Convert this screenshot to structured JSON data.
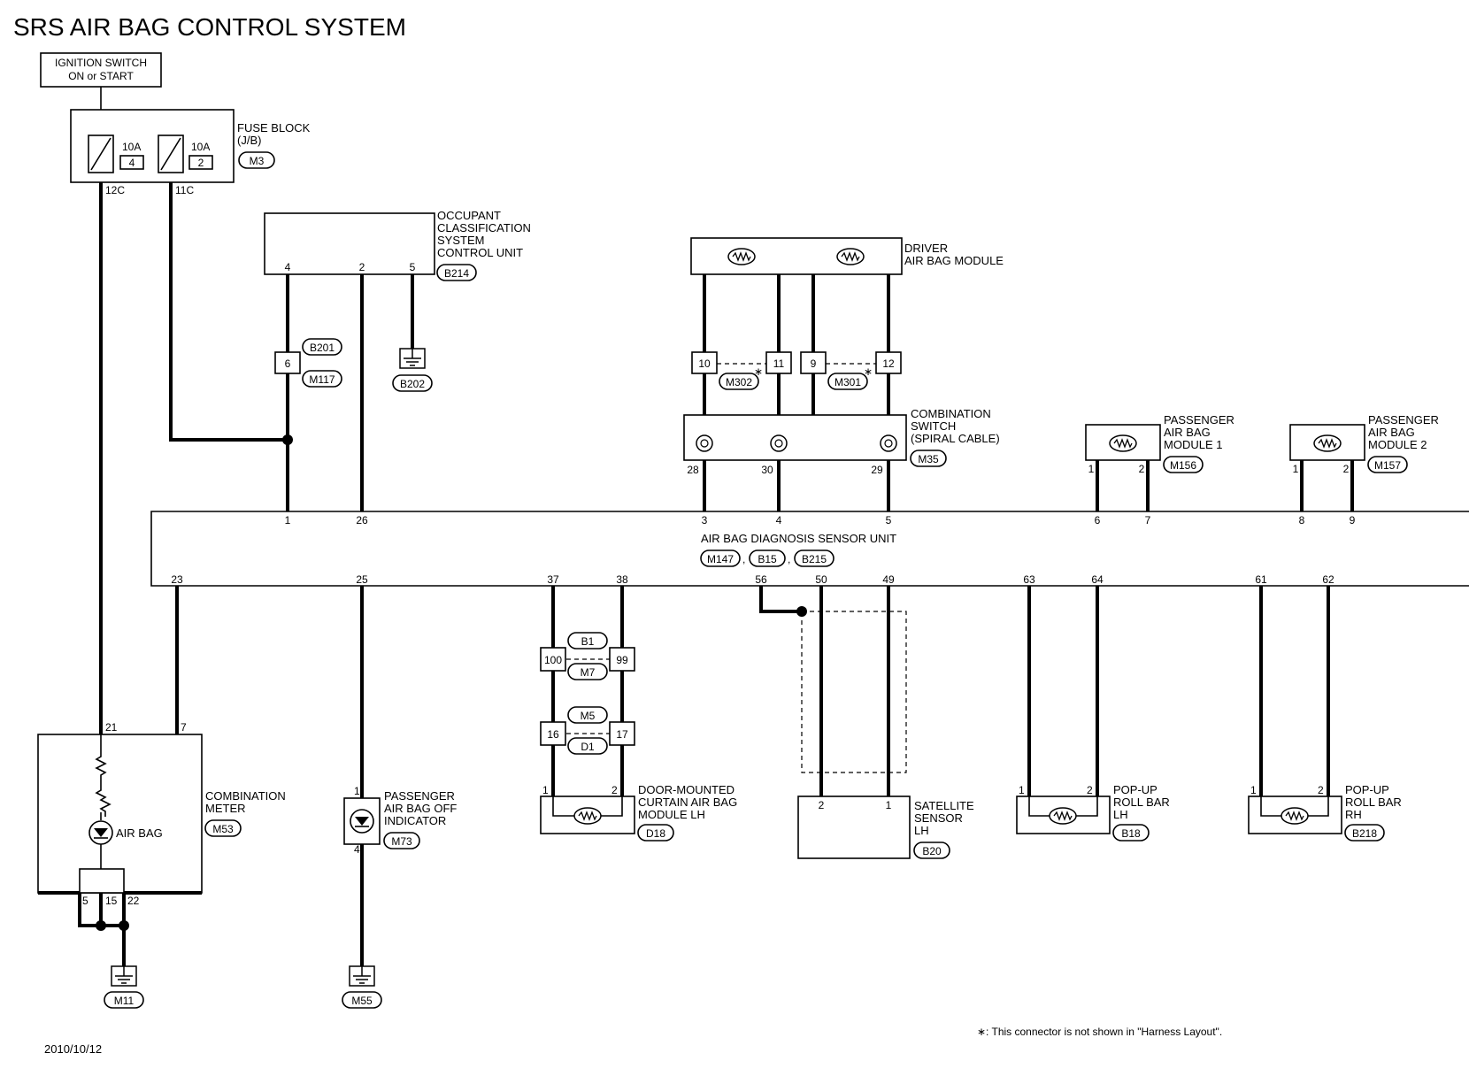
{
  "title": "SRS AIR BAG CONTROL SYSTEM",
  "date": "2010/10/12",
  "footnote": "∗: This connector is not shown in \"Harness Layout\".",
  "ignition": {
    "line1": "IGNITION SWITCH",
    "line2": "ON or START"
  },
  "fuse_block": {
    "line1": "FUSE BLOCK",
    "line2": "(J/B)",
    "connector": "M3",
    "fuses": [
      {
        "amp": "10A",
        "num": "4",
        "term": "12C"
      },
      {
        "amp": "10A",
        "num": "2",
        "term": "11C"
      }
    ]
  },
  "occupant": {
    "lines": [
      "OCCUPANT",
      "CLASSIFICATION",
      "SYSTEM",
      "CONTROL UNIT"
    ],
    "connector": "B214",
    "pins": [
      "4",
      "2",
      "5"
    ],
    "joint_pin": "6",
    "joint_conn1": "B201",
    "joint_conn2": "M117",
    "ground": "B202"
  },
  "driver_module": {
    "line1": "DRIVER",
    "line2": "AIR BAG MODULE"
  },
  "driver_joints": {
    "pins": [
      "10",
      "11",
      "9",
      "12"
    ],
    "conn1": "M302",
    "conn2": "M301",
    "star": "∗"
  },
  "combo_switch": {
    "lines": [
      "COMBINATION",
      "SWITCH",
      "(SPIRAL CABLE)"
    ],
    "connector": "M35",
    "pins": [
      "28",
      "30",
      "29"
    ]
  },
  "pass_module1": {
    "lines": [
      "PASSENGER",
      "AIR BAG",
      "MODULE 1"
    ],
    "connector": "M156",
    "pins": [
      "1",
      "2"
    ]
  },
  "pass_module2": {
    "lines": [
      "PASSENGER",
      "AIR BAG",
      "MODULE 2"
    ],
    "connector": "M157",
    "pins": [
      "1",
      "2"
    ]
  },
  "diag_unit": {
    "label": "AIR BAG DIAGNOSIS SENSOR UNIT",
    "connectors": [
      "M147",
      "B15",
      "B215"
    ],
    "sep": ",",
    "top_pins": [
      "1",
      "26",
      "3",
      "4",
      "5",
      "6",
      "7",
      "8",
      "9"
    ],
    "bottom_pins": [
      "23",
      "25",
      "37",
      "38",
      "56",
      "50",
      "49",
      "63",
      "64",
      "61",
      "62"
    ]
  },
  "combo_meter": {
    "line1": "COMBINATION",
    "line2": "METER",
    "connector": "M53",
    "airbag": "AIR BAG",
    "top_pins": [
      "21",
      "7"
    ],
    "bottom_pins": [
      "5",
      "15",
      "22"
    ],
    "ground": "M11"
  },
  "pass_off": {
    "lines": [
      "PASSENGER",
      "AIR BAG OFF",
      "INDICATOR"
    ],
    "connector": "M73",
    "pins": [
      "1",
      "4"
    ],
    "ground": "M55"
  },
  "curtain_joints": {
    "pins": [
      "100",
      "99",
      "16",
      "17"
    ],
    "conns": [
      "B1",
      "M7",
      "M5",
      "D1"
    ]
  },
  "curtain": {
    "lines": [
      "DOOR-MOUNTED",
      "CURTAIN AIR BAG",
      "MODULE LH"
    ],
    "connector": "D18",
    "pins": [
      "1",
      "2"
    ]
  },
  "satellite": {
    "lines": [
      "SATELLITE",
      "SENSOR",
      "LH"
    ],
    "connector": "B20",
    "pins": [
      "2",
      "1"
    ]
  },
  "rollbar_lh": {
    "lines": [
      "POP-UP",
      "ROLL BAR",
      "LH"
    ],
    "connector": "B18",
    "pins": [
      "1",
      "2"
    ]
  },
  "rollbar_rh": {
    "lines": [
      "POP-UP",
      "ROLL BAR",
      "RH"
    ],
    "connector": "B218",
    "pins": [
      "1",
      "2"
    ]
  }
}
